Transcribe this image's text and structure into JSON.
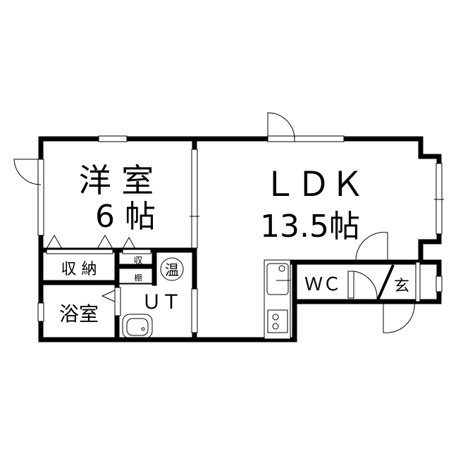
{
  "rooms": {
    "western_room": {
      "name": "洋 室",
      "size": "6 帖"
    },
    "ldk": {
      "name": "ＬＤＫ",
      "size": "13.5帖"
    },
    "storage": {
      "name": "収 納"
    },
    "shelf_top": "収",
    "shelf_bottom": "棚",
    "water_heater": "温",
    "utility": {
      "name": "ＵＴ"
    },
    "bath": {
      "name": "浴室"
    },
    "toilet": {
      "name": "ＷＣ"
    },
    "entrance": {
      "name": "玄"
    }
  }
}
